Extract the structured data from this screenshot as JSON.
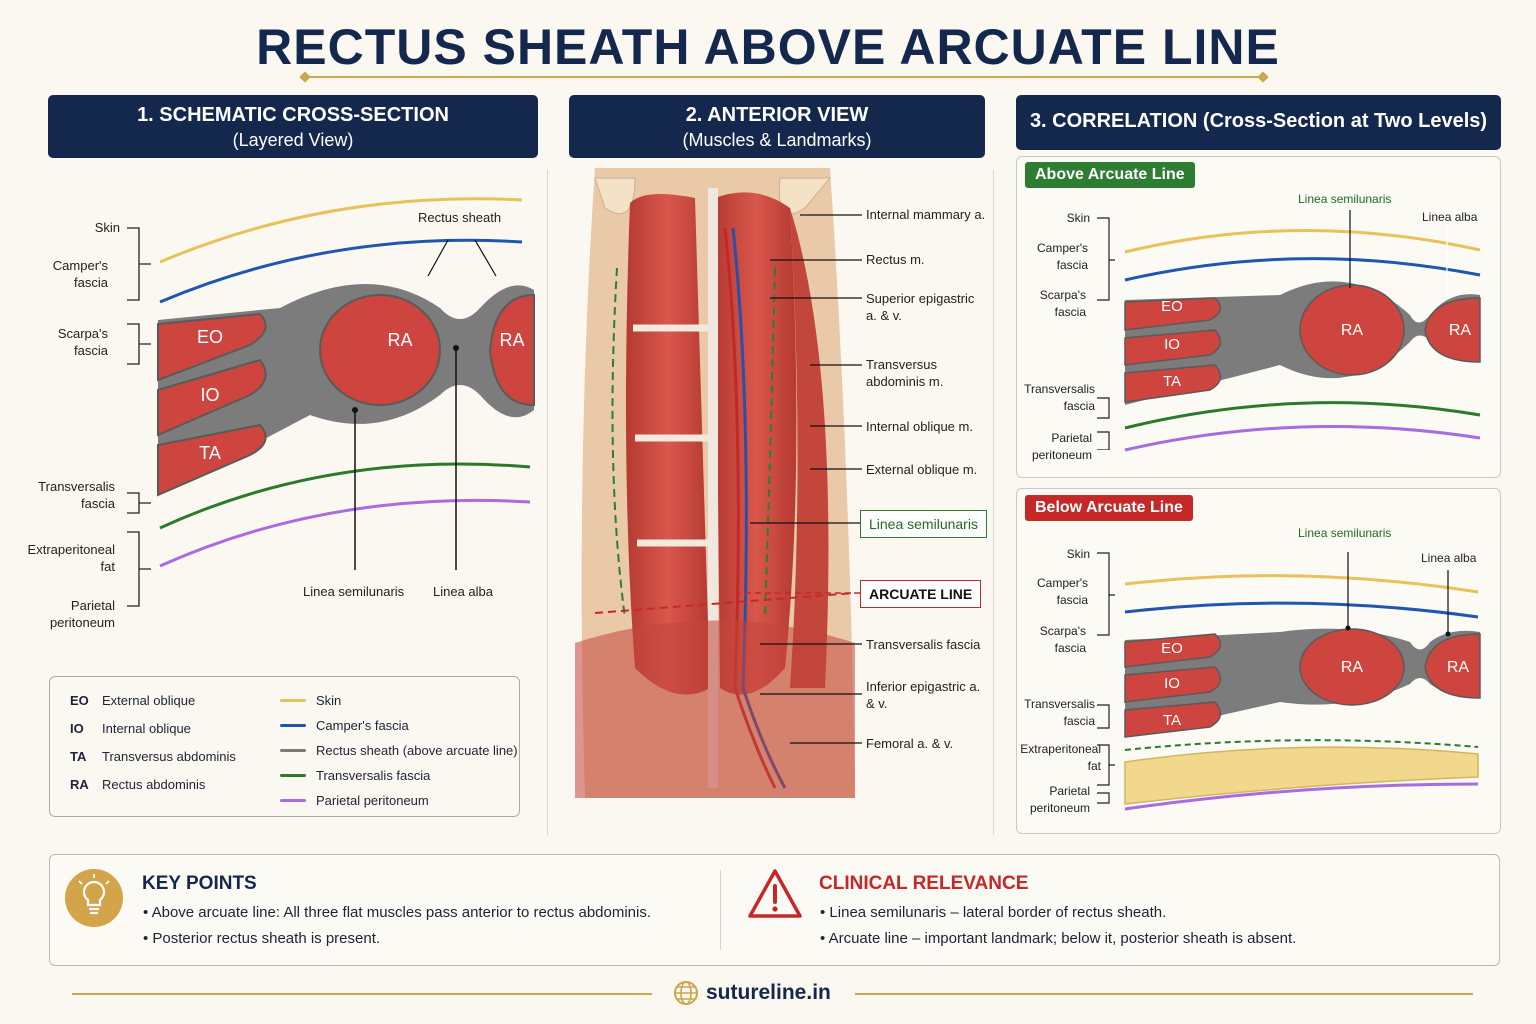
{
  "title": "RECTUS SHEATH ABOVE ARCUATE LINE",
  "colors": {
    "navy": "#14284e",
    "gold": "#c9a64f",
    "skin": "#e8c15a",
    "campers": "#1f56b0",
    "sheath": "#7a7a7a",
    "transversalis": "#2b7a2b",
    "peritoneum": "#a86be0",
    "muscle": "#cd453e",
    "green_badge": "#2e7d32",
    "red_badge": "#c62828"
  },
  "panel1": {
    "title": "1. SCHEMATIC CROSS-SECTION",
    "subtitle": "(Layered View)",
    "labels": {
      "skin": "Skin",
      "campers": "Camper's fascia",
      "scarpas": "Scarpa's fascia",
      "transversalis": "Transversalis fascia",
      "extraperitoneal": "Extraperitoneal fat",
      "peritoneum": "Parietal peritoneum",
      "rectus_sheath": "Rectus sheath",
      "linea_semilunaris": "Linea semilunaris",
      "linea_alba": "Linea alba"
    },
    "muscles": {
      "eo": "EO",
      "io": "IO",
      "ta": "TA",
      "ra": "RA"
    },
    "legend_abbr": [
      {
        "ab": "EO",
        "name": "External oblique"
      },
      {
        "ab": "IO",
        "name": "Internal oblique"
      },
      {
        "ab": "TA",
        "name": "Transversus abdominis"
      },
      {
        "ab": "RA",
        "name": "Rectus abdominis"
      }
    ],
    "legend_lines": [
      {
        "name": "Skin",
        "color": "#e8c15a"
      },
      {
        "name": "Camper's fascia",
        "color": "#1f56b0"
      },
      {
        "name": "Rectus sheath (above arcuate line)",
        "color": "#7a7a7a"
      },
      {
        "name": "Transversalis fascia",
        "color": "#2b7a2b"
      },
      {
        "name": "Parietal peritoneum",
        "color": "#a86be0"
      }
    ]
  },
  "panel2": {
    "title": "2. ANTERIOR VIEW",
    "subtitle": "(Muscles & Landmarks)",
    "labels": {
      "internal_mammary": "Internal mammary a.",
      "rectus": "Rectus m.",
      "superior_epigastric": "Superior epigastric a. & v.",
      "transversus": "Transversus abdominis m.",
      "internal_oblique": "Internal oblique m.",
      "external_oblique": "External oblique m.",
      "linea_semilunaris": "Linea semilunaris",
      "arcuate_line": "ARCUATE LINE",
      "transversalis": "Transversalis fascia",
      "inferior_epigastric": "Inferior epigastric a. & v.",
      "femoral": "Femoral a. & v."
    }
  },
  "panel3": {
    "title": "3. CORRELATION (Cross-Section at Two Levels)",
    "above": {
      "badge": "Above Arcuate Line",
      "labels": {
        "skin": "Skin",
        "campers": "Camper's fascia",
        "scarpas": "Scarpa's fascia",
        "transversalis": "Transversalis fascia",
        "peritoneum": "Parietal peritoneum",
        "linea_semilunaris": "Linea semilunaris",
        "linea_alba": "Linea alba"
      }
    },
    "below": {
      "badge": "Below Arcuate Line",
      "labels": {
        "skin": "Skin",
        "campers": "Camper's fascia",
        "scarpas": "Scarpa's fascia",
        "transversalis": "Transversalis fascia",
        "extraperitoneal": "Extraperitoneal fat",
        "peritoneum": "Parietal peritoneum",
        "linea_semilunaris": "Linea semilunaris",
        "linea_alba": "Linea alba"
      }
    }
  },
  "key_points": {
    "title": "KEY POINTS",
    "items": [
      "Above arcuate line: All three flat muscles pass anterior to rectus abdominis.",
      "Posterior rectus sheath is present."
    ]
  },
  "clinical": {
    "title": "CLINICAL RELEVANCE",
    "items": [
      "Linea semilunaris – lateral border of rectus sheath.",
      "Arcuate line – important landmark; below it, posterior sheath is absent."
    ]
  },
  "footer": "sutureline.in"
}
